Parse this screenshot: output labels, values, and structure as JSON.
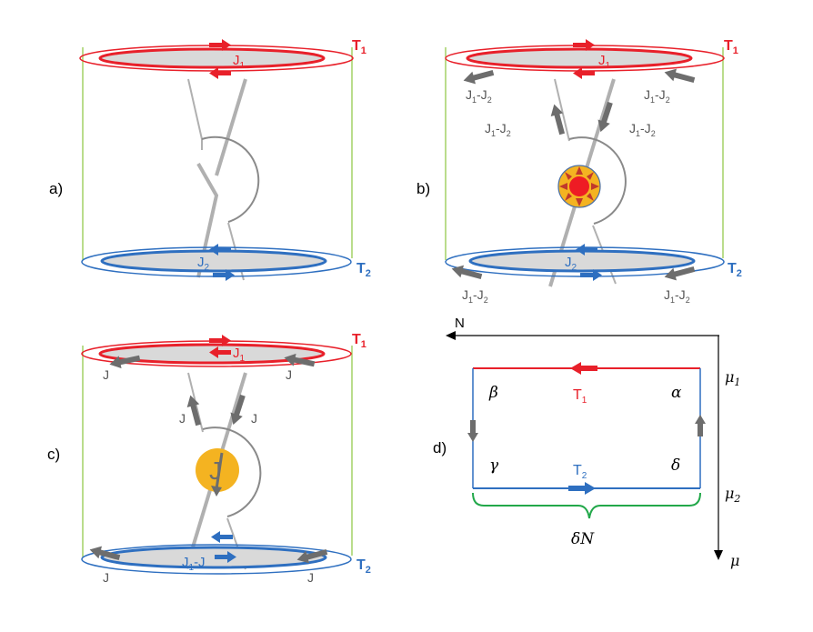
{
  "panels": {
    "a": {
      "label": "a)",
      "top_reservoir": "T",
      "top_reservoir_sub": "1",
      "top_current": "J",
      "top_current_sub": "1",
      "bottom_reservoir": "T",
      "bottom_reservoir_sub": "2",
      "bottom_current": "J",
      "bottom_current_sub": "2"
    },
    "b": {
      "label": "b)",
      "top_reservoir": "T",
      "top_reservoir_sub": "1",
      "top_current": "J",
      "top_current_sub": "1",
      "bottom_reservoir": "T",
      "bottom_reservoir_sub": "2",
      "bottom_current": "J",
      "bottom_current_sub": "2",
      "diff_main": "J",
      "diff_sub1": "1",
      "diff_mid": "-J",
      "diff_sub2": "2"
    },
    "c": {
      "label": "c)",
      "top_reservoir": "T",
      "top_reservoir_sub": "1",
      "top_current": "J",
      "top_current_sub": "1",
      "bottom_reservoir": "T",
      "bottom_reservoir_sub": "2",
      "bottom_current_main": "J",
      "bottom_current_sub": "1",
      "bottom_current_tail": "-J",
      "flow_label": "J",
      "engine_label": "J"
    },
    "d": {
      "label": "d)",
      "axis_n": "N",
      "axis_mu": "μ",
      "mu1": "μ",
      "mu1_sub": "1",
      "mu2": "μ",
      "mu2_sub": "2",
      "corner_alpha": "α",
      "corner_beta": "β",
      "corner_gamma": "γ",
      "corner_delta": "δ",
      "top_edge": "T",
      "top_edge_sub": "1",
      "bottom_edge": "T",
      "bottom_edge_sub": "2",
      "brace_label": "δN"
    }
  },
  "colors": {
    "hot": "#e8202a",
    "cold": "#2e6fc0",
    "gray": "#6d6d6d",
    "green": "#8cc63f",
    "engine": "#f4b321",
    "brace": "#22a84a"
  }
}
